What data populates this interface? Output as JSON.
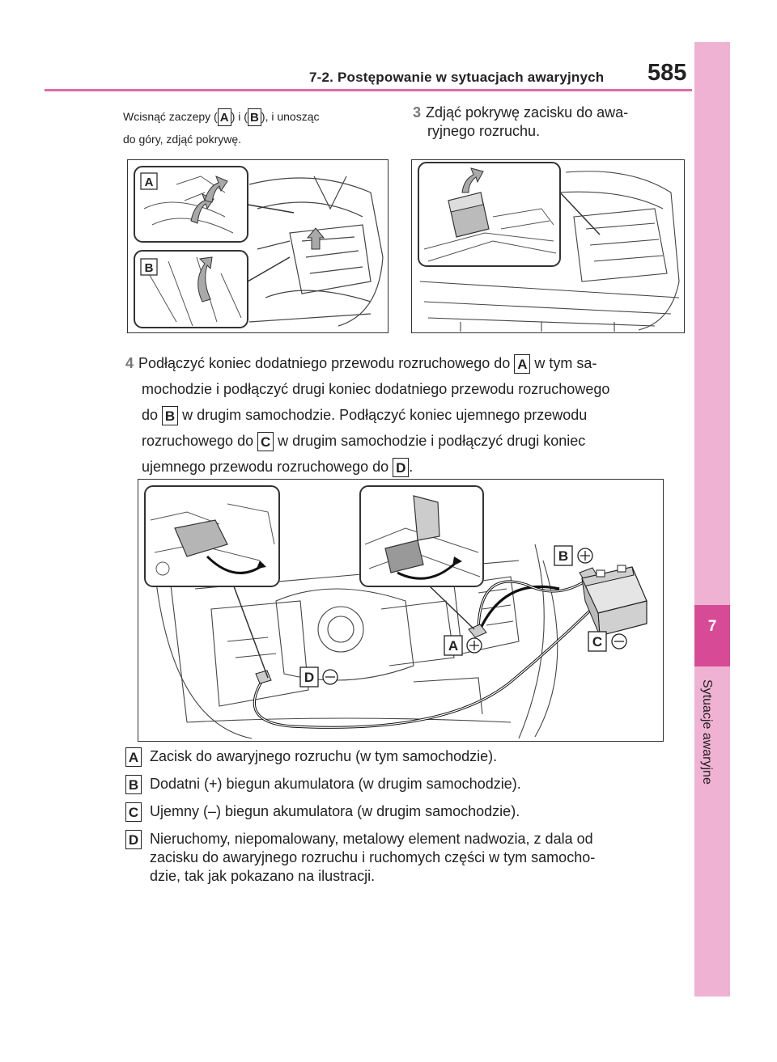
{
  "header": {
    "section": "7-2. Postępowanie w sytuacjach awaryjnych",
    "page_number": "585"
  },
  "side_tab": {
    "chapter_number": "7",
    "chapter_title": "Sytuacje awaryjne"
  },
  "intro": {
    "part1": "Wcisnąć zaczepy (",
    "label_a": "A",
    "part2": ") i (",
    "label_b": "B",
    "part3": "), i unosząc",
    "part4": "do góry, zdjąć pokrywę."
  },
  "step3": {
    "number": "3",
    "line1": "Zdjąć pokrywę zacisku do awa-",
    "line2": "ryjnego rozruchu."
  },
  "step4": {
    "number": "4",
    "l1_a": "Podłączyć koniec dodatniego przewodu rozruchowego do",
    "l1_label": "A",
    "l1_b": "w tym sa-",
    "l2": "mochodzie i podłączyć drugi koniec dodatniego przewodu rozruchowego",
    "l3_a": "do",
    "l3_label": "B",
    "l3_b": "w drugim samochodzie. Podłączyć koniec ujemnego przewodu",
    "l4_a": "rozruchowego do",
    "l4_label": "C",
    "l4_b": "w drugim samochodzie i podłączyć drugi koniec",
    "l5_a": "ujemnego przewodu rozruchowego do",
    "l5_label": "D",
    "l5_b": "."
  },
  "figures": {
    "fig1": {
      "inset_top_label": "A",
      "inset_bottom_label": "B"
    },
    "fig3": {
      "label_a": "A",
      "label_b": "B",
      "label_c": "C",
      "label_d": "D"
    }
  },
  "legend": [
    {
      "label": "A",
      "text": "Zacisk do awaryjnego rozruchu (w tym samochodzie)."
    },
    {
      "label": "B",
      "text": "Dodatni (+) biegun akumulatora (w drugim samochodzie)."
    },
    {
      "label": "C",
      "text": "Ujemny (–) biegun akumulatora (w drugim samochodzie)."
    },
    {
      "label": "D",
      "text": "Nieruchomy, niepomalowany, metalowy element nadwozia, z dala od zacisku do awaryjnego rozruchu i ruchomych części w tym samochodzie, tak jak pokazano na ilustracji.",
      "lines": [
        "Nieruchomy, niepomalowany, metalowy element nadwozia, z dala od",
        "zacisku do awaryjnego rozruchu i ruchomych części w tym samocho-",
        "dzie, tak jak pokazano na ilustracji."
      ]
    }
  ],
  "colors": {
    "accent_pink": "#e26aa7",
    "tab_light": "#efb2d3",
    "tab_dark": "#d74a96"
  }
}
